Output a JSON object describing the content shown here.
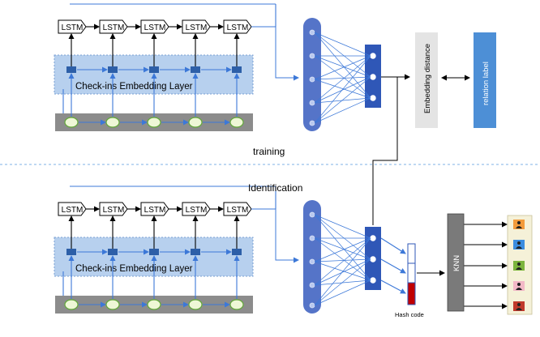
{
  "labels": {
    "lstm": "LSTM",
    "embedding_layer": "Check-ins Embedding Layer",
    "embedding_distance": "Embedding distance",
    "relation_label": "relation label",
    "training": "training",
    "identification": "Identification",
    "hash_code": "Hash code",
    "knn": "KNN"
  },
  "colors": {
    "line_blue": "#3c78d8",
    "embed_panel_fill": "#b7d0ee",
    "embed_square": "#2d5fa8",
    "grey_bar": "#8c8c8c",
    "node_green_fill": "#eef7d6",
    "node_green_stroke": "#62a83a",
    "column_fill": "#5574c8",
    "hidden_fill": "#2f57b7",
    "distance_box": "#e4e4e4",
    "relation_box": "#4d8fd6",
    "hash_red": "#c00000",
    "knn_fill": "#7a7a7a",
    "dash_line": "#7fb2e5",
    "user_colors": [
      "#f39b3b",
      "#3b8de0",
      "#7cb43c",
      "#f2b8c6",
      "#c0392b"
    ]
  },
  "icons": [
    "user-icon",
    "user-icon",
    "user-icon",
    "user-icon",
    "user-icon"
  ]
}
